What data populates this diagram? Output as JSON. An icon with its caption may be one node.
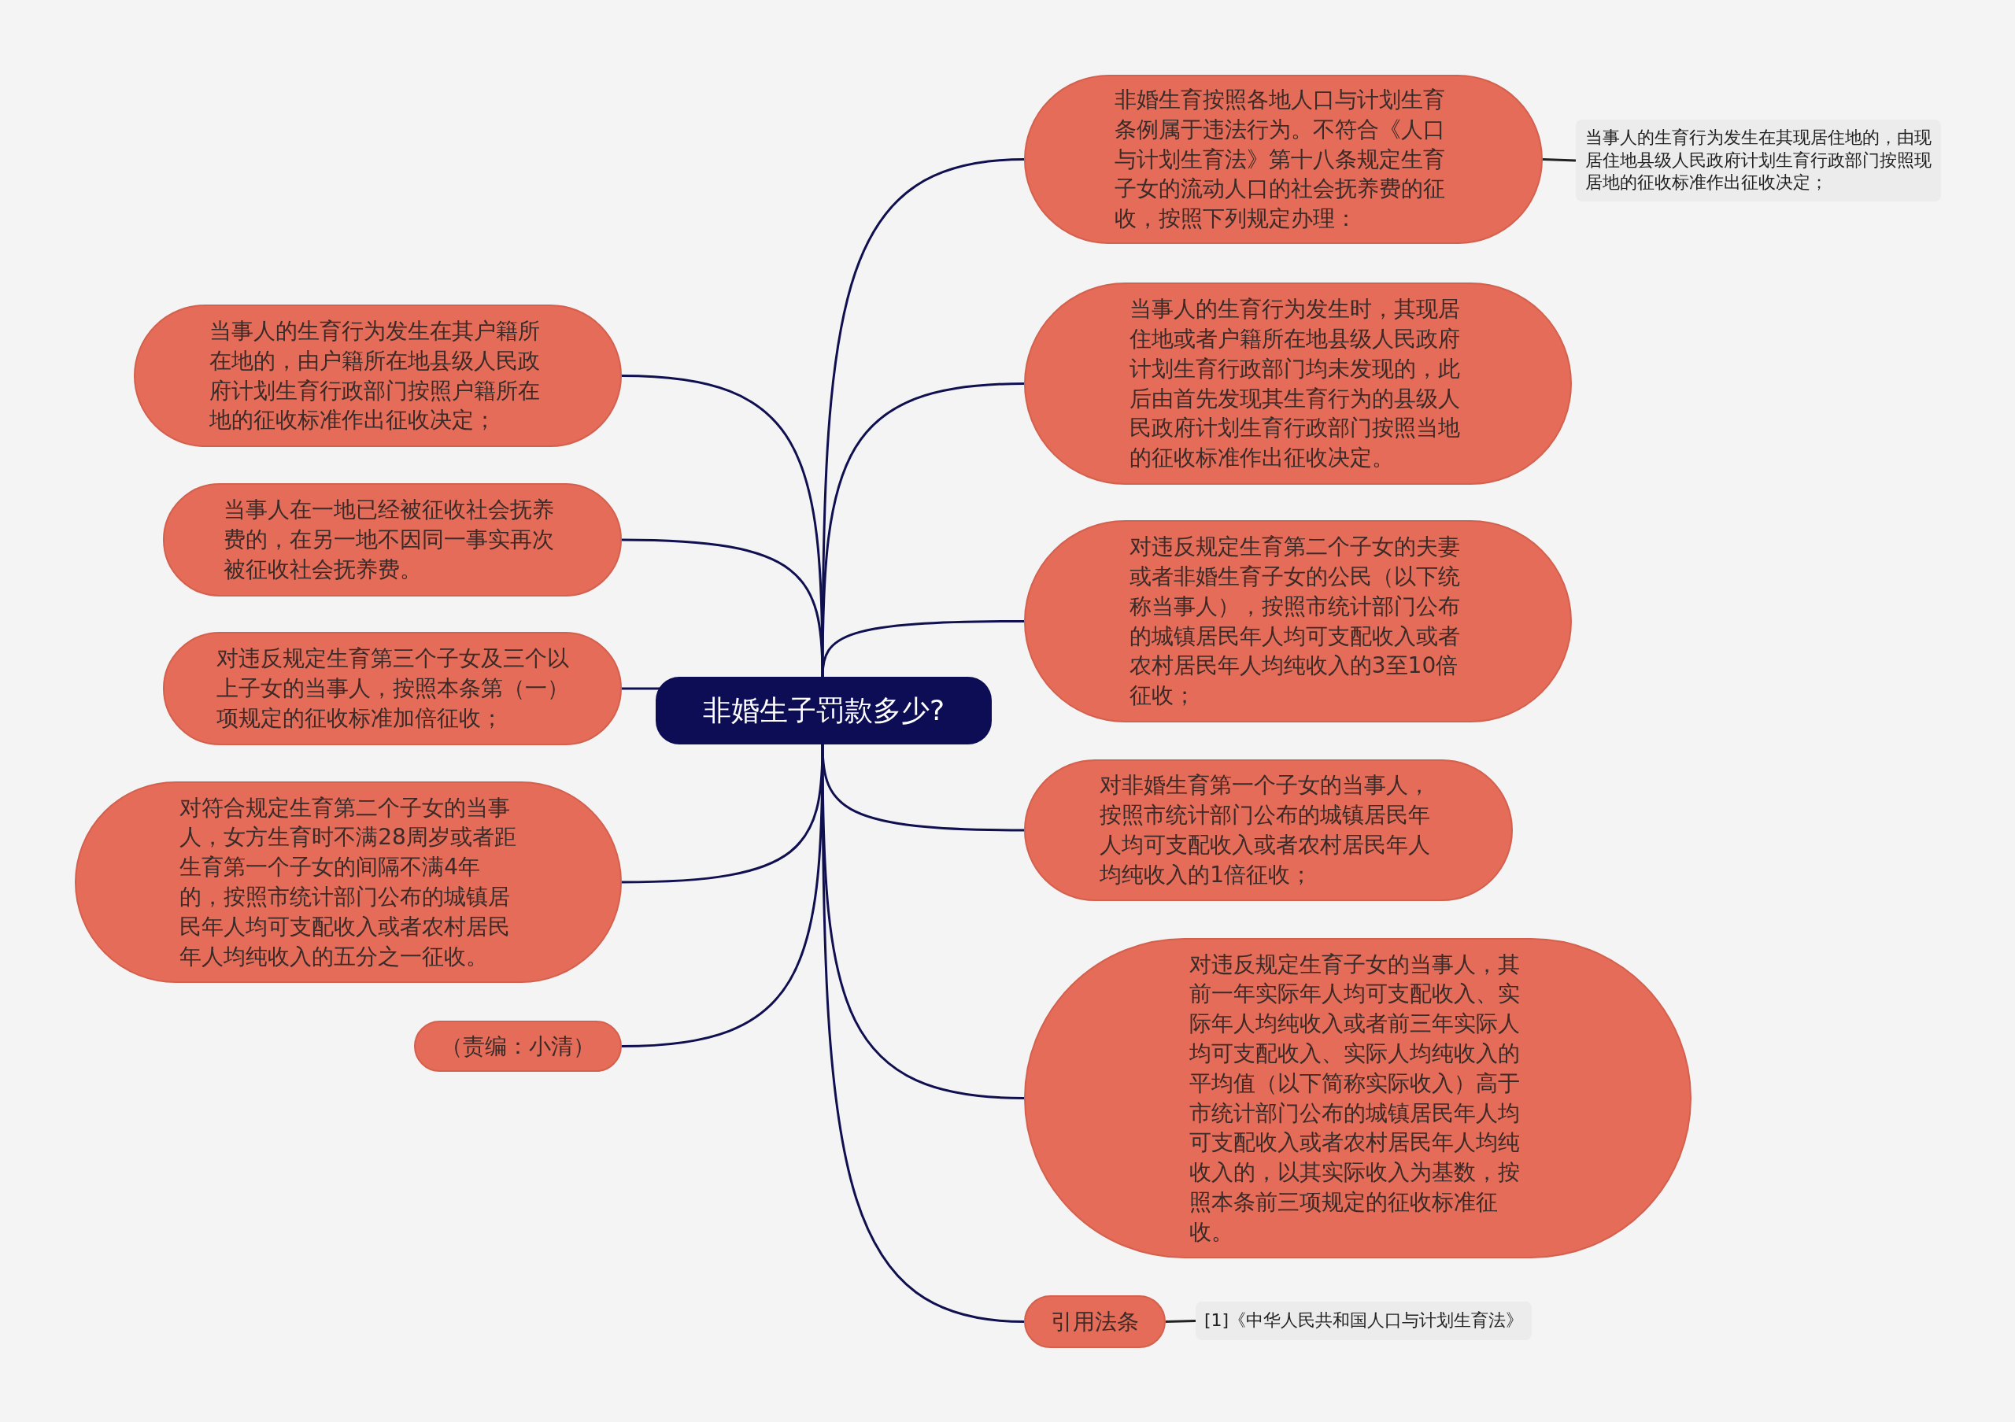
{
  "diagram": {
    "nodes": [
      {
        "text": [
          "非婚生子罚款多少?"
        ]
      },
      {
        "text": [
          "非婚生育按照各地人口与计划生育条例属于违法行为。不符合《人口与计划生育法》第十八条规定生育子女的流动人口的社会抚养费的征收，按照下列规定办理："
        ]
      },
      {
        "text": [
          "当事人的生育行为发生在其现居住地的，由现居住地县级人民政府计划生育行政部门按照现居地的征收标准作出征收决定；"
        ]
      },
      {
        "text": [
          "当事人的生育行为发生时，其现居住地或者户籍所在地县级人民政府计划生育行政部门均未发现的，此后由首先发现其生育行为的县级人民政府计划生育行政部门按照当地的征收标准作出征收决定。"
        ]
      },
      {
        "text": [
          "对违反规定生育第二个子女的夫妻或者非婚生育子女的公民（以下统称当事人），按照市统计部门公布的城镇居民年人均可支配收入或者农村居民年人均纯收入的3至10倍征收；"
        ]
      },
      {
        "text": [
          "对非婚生育第一个子女的当事人，按照市统计部门公布的城镇居民年人均可支配收入或者农村居民年人均纯收入的1倍征收；"
        ]
      },
      {
        "text": [
          "对违反规定生育子女的当事人，其前一年实际年人均可支配收入、实际年人均纯收入或者前三年实际人均可支配收入、实际人均纯收入的平均值（以下简称实际收入）高于市统计部门公布的城镇居民年人均可支配收入或者农村居民年人均纯收入的，以其实际收入为基数，按照本条前三项规定的征收标准征收。"
        ]
      },
      {
        "text": [
          "引用法条"
        ]
      },
      {
        "text": [
          "[1]《中华人民共和国人口与计划生育法》"
        ]
      },
      {
        "text": [
          "当事人的生育行为发生在其户籍所在地的，由户籍所在地县级人民政府计划生育行政部门按照户籍所在地的征收标准作出征收决定；"
        ]
      },
      {
        "text": [
          "当事人在一地已经被征收社会抚养费的，在另一地不因同一事实再次被征收社会抚养费。"
        ]
      },
      {
        "text": [
          "对违反规定生育第三个子女及三个以上子女的当事人，按照本条第（一）项规定的征收标准加倍征收；"
        ]
      },
      {
        "text": [
          "对符合规定生育第二个子女的当事人，女方生育时不满28周岁或者距生育第一个子女的间隔不满4年的，按照市统计部门公布的城镇居民年人均可支配收入或者农村居民年人均纯收入的五分之一征收。"
        ]
      },
      {
        "text": [
          "（责编：小清）"
        ]
      }
    ],
    "edges": [
      {
        "from": 0,
        "to": 1,
        "arrow": "none"
      },
      {
        "from": 1,
        "to": 2,
        "arrow": "none",
        "color": "#222222"
      },
      {
        "from": 0,
        "to": 3,
        "arrow": "none"
      },
      {
        "from": 0,
        "to": 4,
        "arrow": "none"
      },
      {
        "from": 0,
        "to": 5,
        "arrow": "none"
      },
      {
        "from": 0,
        "to": 6,
        "arrow": "none"
      },
      {
        "from": 0,
        "to": 7,
        "arrow": "none"
      },
      {
        "from": 7,
        "to": 8,
        "arrow": "none",
        "color": "#222222"
      },
      {
        "from": 0,
        "to": 9,
        "arrow": "none"
      },
      {
        "from": 0,
        "to": 10,
        "arrow": "none"
      },
      {
        "from": 0,
        "to": 11,
        "arrow": "none"
      },
      {
        "from": 0,
        "to": 12,
        "arrow": "none"
      },
      {
        "from": 0,
        "to": 13,
        "arrow": "none"
      }
    ]
  }
}
